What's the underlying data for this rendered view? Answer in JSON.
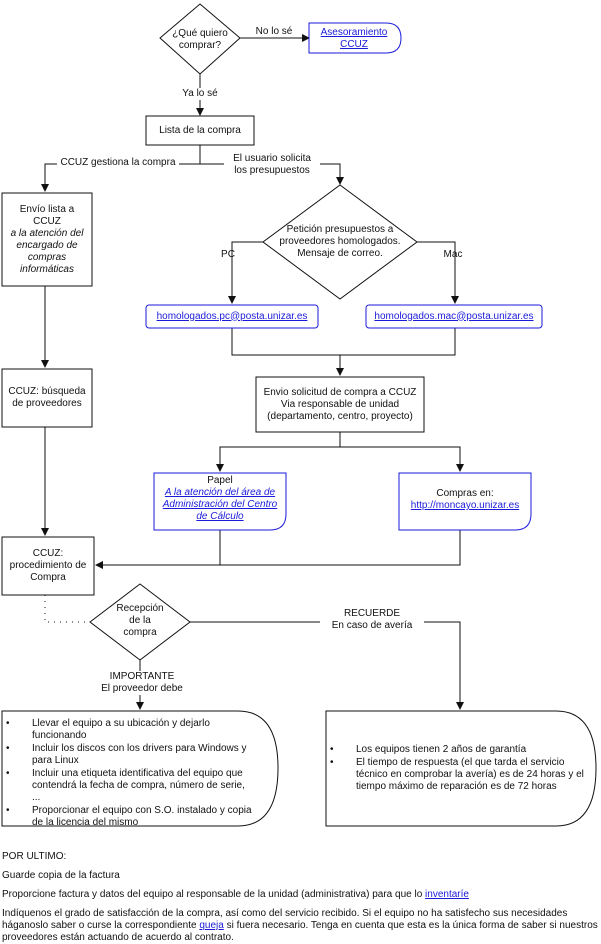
{
  "decision_main": {
    "line1": "¿Qué quiero",
    "line2": "comprar?"
  },
  "label_no_se": "No lo sé",
  "asesoramiento": {
    "line1": "Asesoramiento",
    "line2": "CCUZ"
  },
  "label_ya_se": "Ya lo sé",
  "lista_compra": "Lista de la compra",
  "label_ccuz_gestiona": "CCUZ gestiona la compra",
  "label_usuario_solicita": {
    "line1": "El usuario solicita",
    "line2": "los presupuestos"
  },
  "envio_lista": {
    "line1": "Envío lista a",
    "line2": "CCUZ",
    "italic": [
      "a la atención del",
      "encargado de",
      "compras",
      "informáticas"
    ]
  },
  "peticion": {
    "line1": "Petición presupuestos a",
    "line2": "proveedores homologados.",
    "line3": "Mensaje de correo."
  },
  "label_pc": "PC",
  "label_mac": "Mac",
  "email_pc": "homologados.pc@posta.unizar.es",
  "email_mac": "homologados.mac@posta.unizar.es",
  "busqueda": {
    "line1": "CCUZ: búsqueda",
    "line2": "de proveedores"
  },
  "solicitud": {
    "line1": "Envio solicitud de compra a CCUZ",
    "line2": "Via responsable de unidad",
    "line3": "(departamento, centro, proyecto)"
  },
  "papel": {
    "title": "Papel",
    "link1": "A la atención del área de",
    "link2": "Administración del Centro",
    "link3": "de Cálculo"
  },
  "compras_en": {
    "title": "Compras en:",
    "link": "http://moncayo.unizar.es"
  },
  "procedimiento": {
    "line1": "CCUZ:",
    "line2": "procedimiento de",
    "line3": "Compra"
  },
  "recepcion": {
    "line1": "Recepción",
    "line2": "de la",
    "line3": "compra"
  },
  "recuerde": {
    "line1": "RECUERDE",
    "line2": "En caso de avería"
  },
  "importante": {
    "line1": "IMPORTANTE",
    "line2": "El proveedor debe"
  },
  "importante_items": [
    "Llevar el equipo a su ubicación y dejarlo funcionando",
    "Incluir los discos con los drivers para Windows y para Linux",
    "Incluir una etiqueta identificativa del equipo que contendrá la fecha de compra, número de serie, ...",
    "Proporcionar el equipo con S.O. instalado y copia de la licencia del mismo"
  ],
  "recuerde_items": [
    "Los equipos tienen 2 años de garantía",
    "El tiempo de respuesta (el que tarda el servicio técnico en comprobar la avería) es de 24 horas y el tiempo máximo de reparación es de 72 horas"
  ],
  "footer": {
    "heading": "POR ULTIMO:",
    "line1": "Guarde copia de la factura",
    "line2_pre": "Proporcione factura y datos del equipo al responsable de la unidad (administrativa) para que lo ",
    "line2_link": "inventaríe",
    "line3_pre": "Indíquenos el grado de satisfacción de la compra, así como del servicio recibido. Si el equipo no ha satisfecho sus necesidades háganoslo saber o curse la correspondiente ",
    "line3_link": "queja",
    "line3_post": " si fuera necesario. Tenga en cuenta que esta es la única forma de saber si nuestros proveedores están actuando de acuerdo al contrato."
  }
}
